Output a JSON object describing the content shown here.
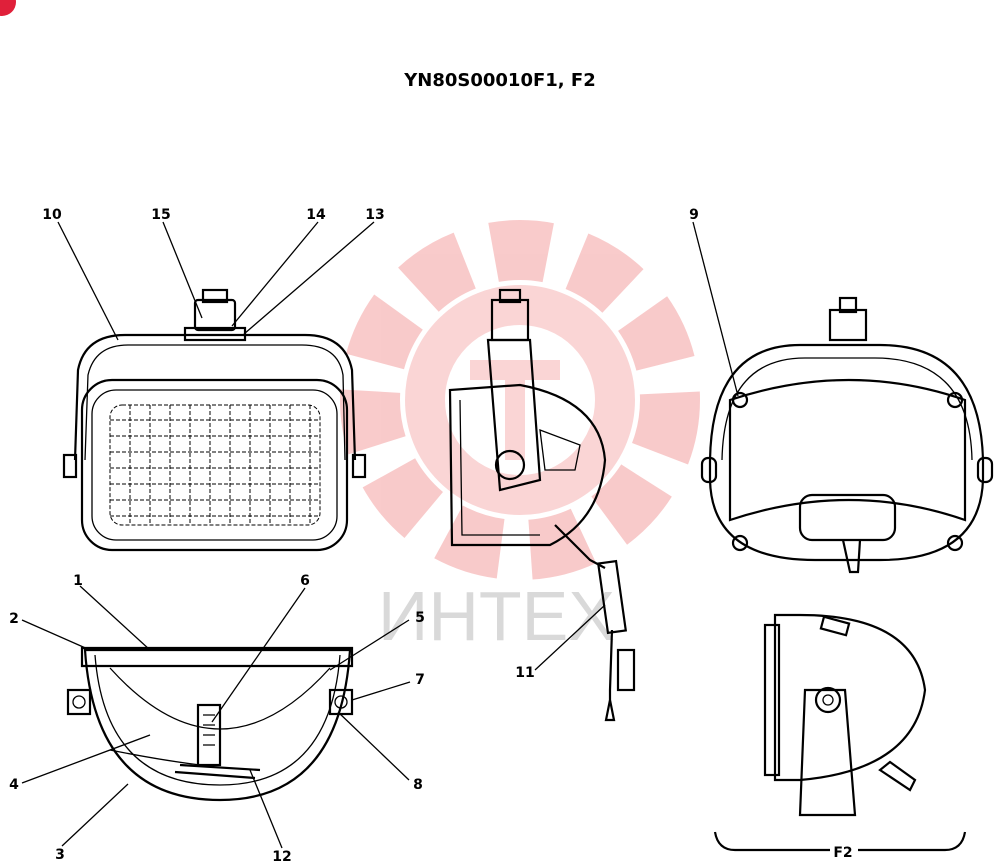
{
  "title": "YN80S00010F1, F2",
  "watermark": "ИНТЕХ",
  "variant_label": "F2",
  "callouts": [
    "1",
    "2",
    "3",
    "4",
    "5",
    "6",
    "7",
    "8",
    "9",
    "10",
    "11",
    "12",
    "13",
    "14",
    "15"
  ]
}
